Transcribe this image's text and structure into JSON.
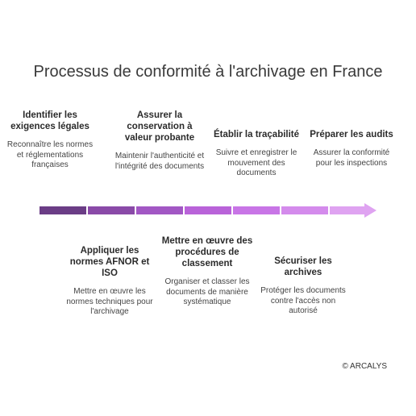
{
  "title": "Processus de conformité à l'archivage en France",
  "steps_top": [
    {
      "title": "Identifier les exigences légales",
      "desc": "Reconnaître les normes et réglementations françaises"
    },
    {
      "title": "Assurer la conservation à valeur probante",
      "desc": "Maintenir l'authenticité et l'intégrité des documents"
    },
    {
      "title": "Établir la traçabilité",
      "desc": "Suivre et enregistrer le mouvement des documents"
    },
    {
      "title": "Préparer les audits",
      "desc": "Assurer la conformité pour les inspections"
    }
  ],
  "steps_bottom": [
    {
      "title": "Appliquer les normes AFNOR et ISO",
      "desc": "Mettre en œuvre les normes techniques pour l'archivage"
    },
    {
      "title": "Mettre en œuvre des procédures de classement",
      "desc": "Organiser et classer les documents de manière systématique"
    },
    {
      "title": "Sécuriser les archives",
      "desc": "Protéger les documents contre l'accès non autorisé"
    }
  ],
  "arrow_colors": [
    "#6b3d86",
    "#8a4aa8",
    "#a257c4",
    "#b963d9",
    "#c875e6",
    "#d48bec",
    "#dfa3f1"
  ],
  "copyright": "© ARCALYS"
}
